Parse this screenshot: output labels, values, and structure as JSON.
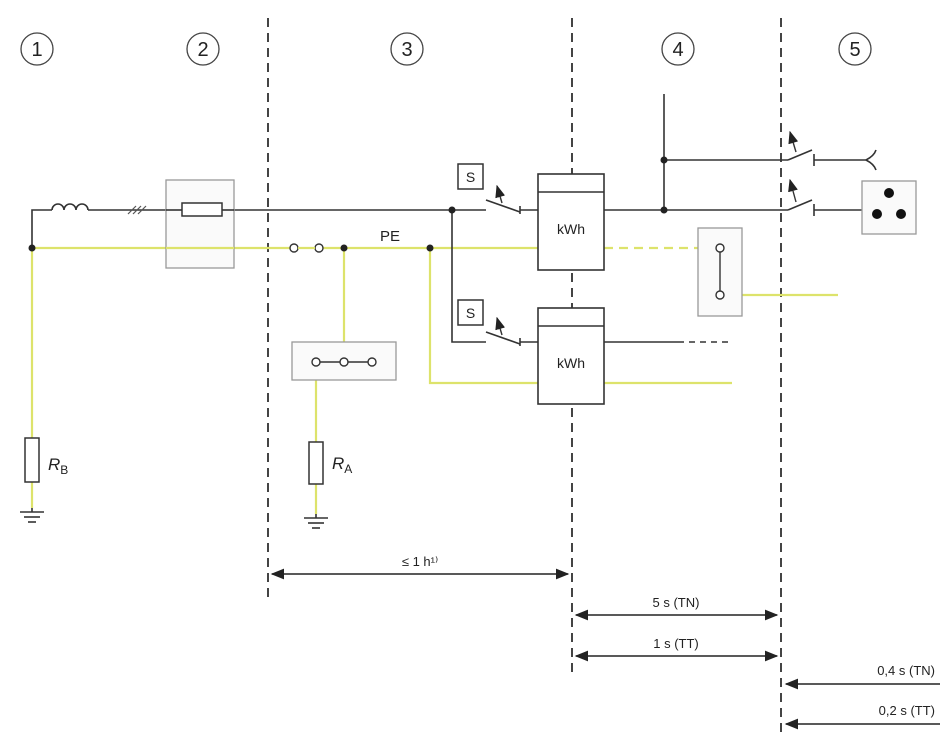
{
  "zones": [
    "1",
    "2",
    "3",
    "4",
    "5"
  ],
  "labels": {
    "pe": "PE",
    "rb_main": "R",
    "rb_sub": "B",
    "ra_main": "R",
    "ra_sub": "A",
    "meter_top": "kWh",
    "meter_bottom": "kWh",
    "switch_top": "S",
    "switch_bottom": "S"
  },
  "times": {
    "zone3": "≤ 1 h¹⁾",
    "zone4_tn": "5 s (TN)",
    "zone4_tt": "1 s (TT)",
    "zone5_tn": "0,4 s (TN)",
    "zone5_tt": "0,2 s (TT)"
  },
  "colors": {
    "line": "#333333",
    "pe": "#dde36b",
    "box_stroke": "#666666",
    "dashed": "#444444"
  }
}
